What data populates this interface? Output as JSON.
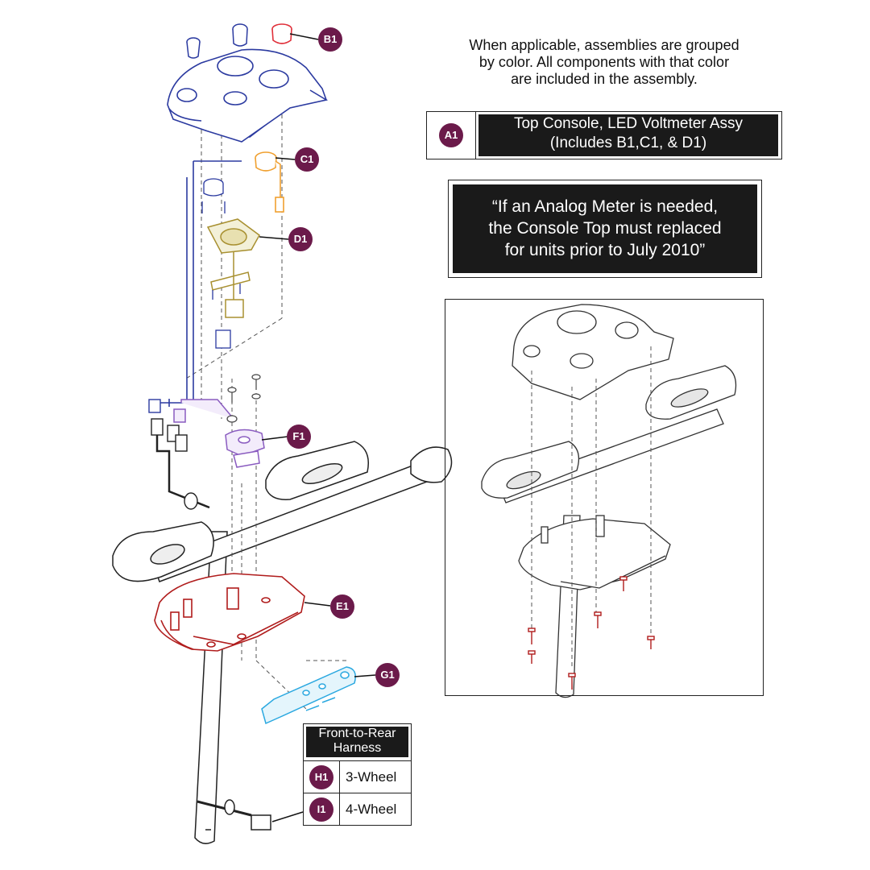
{
  "note": {
    "line1": "When applicable, assemblies are grouped",
    "line2": "by color. All components with that color",
    "line3": "are included in the assembly."
  },
  "assembly_box": {
    "badge": "A1",
    "line1": "Top Console, LED Voltmeter Assy",
    "line2": "(Includes B1,C1, & D1)"
  },
  "analog_note": {
    "line1": "“If an Analog Meter is needed,",
    "line2": "the Console Top must replaced",
    "line3": "for units prior to July 2010”"
  },
  "callouts": {
    "b1": "B1",
    "c1": "C1",
    "d1": "D1",
    "f1": "F1",
    "e1": "E1",
    "g1": "G1"
  },
  "harness_table": {
    "title_line1": "Front-to-Rear",
    "title_line2": "Harness",
    "rows": [
      {
        "badge": "H1",
        "label": "3-Wheel"
      },
      {
        "badge": "I1",
        "label": "4-Wheel"
      }
    ]
  },
  "colors": {
    "console_top": "#2b3aa0",
    "knob_b1": "#e0303a",
    "meter_c1": "#f0a030",
    "board_d1": "#b8a040",
    "bracket_f1": "#8a5cc0",
    "bottom_e1": "#b01c1c",
    "plate_g1": "#2aa8e0",
    "badge": "#6b1a4a"
  }
}
